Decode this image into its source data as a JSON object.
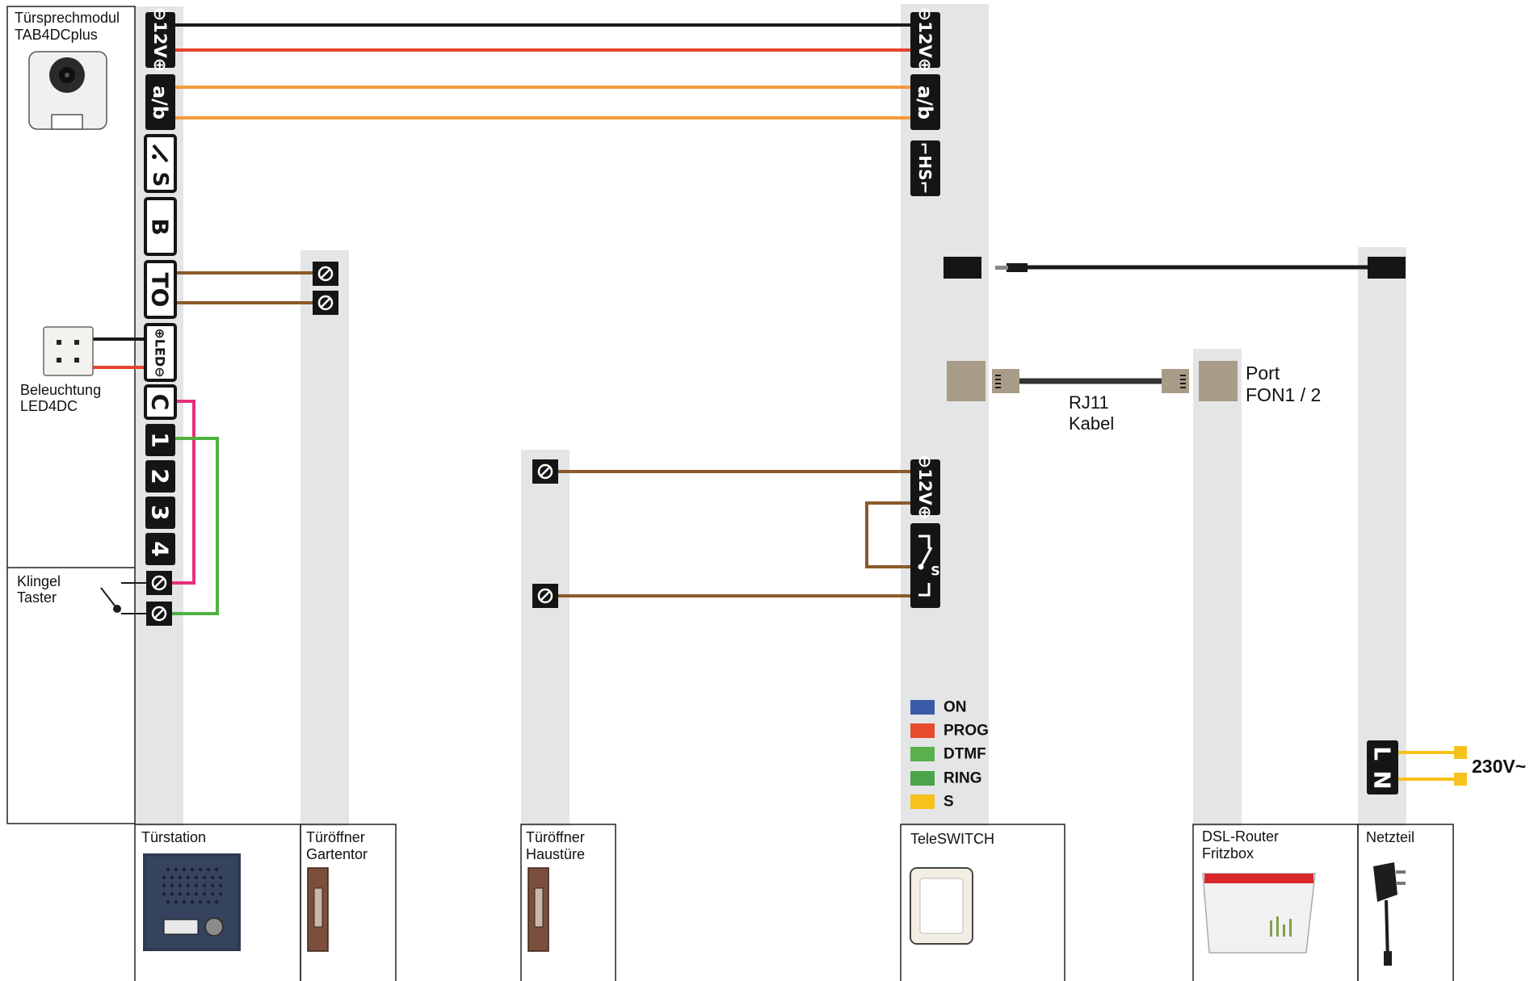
{
  "labels": {
    "door_module_line1": "Türsprechmodul",
    "door_module_line2": "TAB4DCplus",
    "lighting_line1": "Beleuchtung",
    "lighting_line2": "LED4DC",
    "bell_line1": "Klingel",
    "bell_line2": "Taster",
    "rj11_line1": "RJ11",
    "rj11_line2": "Kabel",
    "port_line1": "Port",
    "port_line2": "FON1 / 2",
    "mains": "230V~"
  },
  "door_terminals": {
    "t12v": "⊖12V⊕",
    "ab": "a/b",
    "s": "S",
    "b": "B",
    "to": "TO",
    "led": "⊕LED⊖",
    "c": "C",
    "n1": "1",
    "n2": "2",
    "n3": "3",
    "n4": "4"
  },
  "teleswitch_terminals": {
    "t12v_top": "⊖12V⊕",
    "ab": "a/b",
    "hs": "⌐HS⌐",
    "t12v_bottom": "⊖12V⊕",
    "s": "S"
  },
  "psu_terminals": {
    "l": "L",
    "n": "N"
  },
  "legend": [
    {
      "label": "ON",
      "color": "#3a5aa8"
    },
    {
      "label": "PROG",
      "color": "#e84a2c"
    },
    {
      "label": "DTMF",
      "color": "#5ab04a"
    },
    {
      "label": "RING",
      "color": "#4aa548"
    },
    {
      "label": "S",
      "color": "#f6c21c"
    }
  ],
  "devices": {
    "turstation": "Türstation",
    "gartentor_line1": "Türöffner",
    "gartentor_line2": "Gartentor",
    "haustur_line1": "Türöffner",
    "haustur_line2": "Haustüre",
    "teleswitch": "TeleSWITCH",
    "router_line1": "DSL-Router",
    "router_line2": "Fritzbox",
    "netzteil": "Netzteil"
  },
  "colors": {
    "rail": "#e4e5e6",
    "black_wire": "#1a1a1a",
    "red_wire": "#e5442c",
    "orange_wire": "#f39a3a",
    "brown_wire": "#8b5a2b",
    "pink_wire": "#e6307a",
    "green_wire": "#4fb040",
    "yellow_wire": "#f6c21c",
    "rj11_plug": "#a89c88"
  }
}
